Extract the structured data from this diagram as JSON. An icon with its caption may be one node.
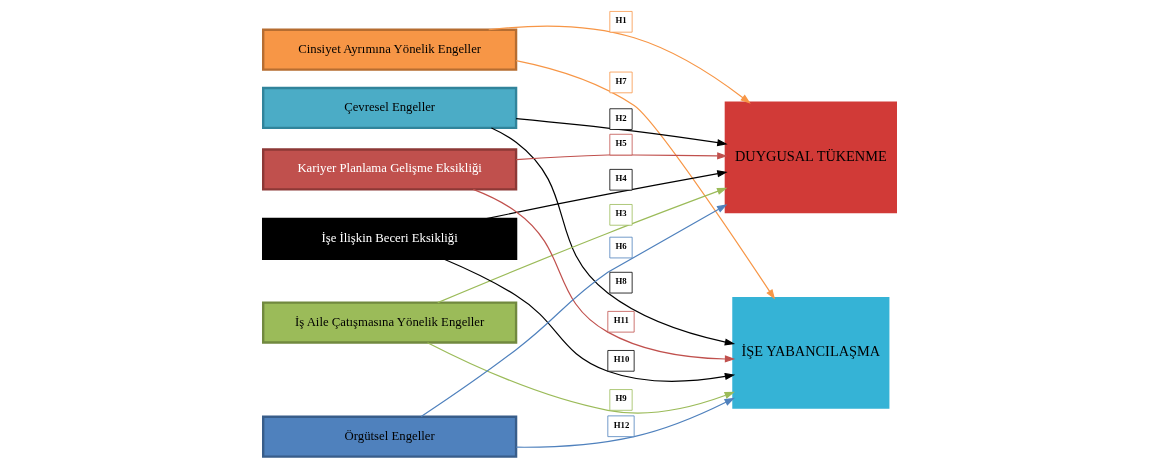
{
  "diagram": {
    "nodes": [
      {
        "text": [
          "Cinsiyet Ayrımına Yönelik Engeller"
        ]
      },
      {
        "text": [
          "Çevresel Engeller"
        ]
      },
      {
        "text": [
          "İş Aile Çatışmasına Yönelik Engeller"
        ]
      },
      {
        "text": [
          "İşe İlişkin Beceri Eksikliği"
        ]
      },
      {
        "text": [
          "Kariyer Planlama Gelişme Eksikliği"
        ]
      },
      {
        "text": [
          "Örgütsel Engeller"
        ]
      },
      {
        "text": [
          "DUYGUSAL TÜKENME"
        ]
      },
      {
        "text": [
          "İŞE YABANCILAŞMA"
        ]
      }
    ],
    "edges": [
      {
        "from": 0,
        "to": 6,
        "arrow": "to",
        "label": "H1",
        "color": "#f79646"
      },
      {
        "from": 1,
        "to": 6,
        "arrow": "to",
        "label": "H2"
      },
      {
        "from": 2,
        "to": 6,
        "arrow": "to",
        "label": "H3",
        "color": "#9bbb59"
      },
      {
        "from": 3,
        "to": 6,
        "arrow": "to",
        "label": "H4"
      },
      {
        "from": 4,
        "to": 6,
        "arrow": "to",
        "label": "H5",
        "color": "#c0504d"
      },
      {
        "from": 5,
        "to": 6,
        "arrow": "to",
        "label": "H6",
        "color": "#4f81bd"
      },
      {
        "from": 0,
        "to": 7,
        "arrow": "to",
        "label": "H7",
        "color": "#f79646"
      },
      {
        "from": 1,
        "to": 7,
        "arrow": "to",
        "label": "H8"
      },
      {
        "from": 2,
        "to": 7,
        "arrow": "to",
        "label": "H9",
        "color": "#9bbb59"
      },
      {
        "from": 3,
        "to": 7,
        "arrow": "to",
        "label": "H10"
      },
      {
        "from": 4,
        "to": 7,
        "arrow": "to",
        "label": "H11",
        "color": "#c0504d"
      },
      {
        "from": 5,
        "to": 7,
        "arrow": "to",
        "label": "H12",
        "color": "#4f81bd"
      }
    ]
  }
}
